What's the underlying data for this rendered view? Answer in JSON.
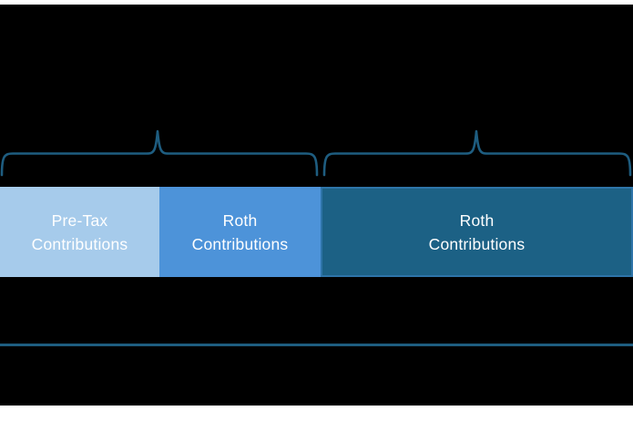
{
  "page": {
    "background": "#000000",
    "top_strip_color": "#FFFFFF",
    "bottom_strip_color": "#FFFFFF"
  },
  "diagram": {
    "brace_color": "#1E5D80",
    "divider_color": "#1E5D80",
    "bars": [
      {
        "line1": "Pre-Tax",
        "line2": "Contributions",
        "fill": "#A6CBEB",
        "text_color": "#FFFFFF"
      },
      {
        "line1": "Roth",
        "line2": "Contributions",
        "fill": "#4D93D9",
        "text_color": "#FFFFFF"
      },
      {
        "line1": "Roth",
        "line2": "Contributions",
        "fill": "#1C6185",
        "border_color": "#2E74A8",
        "text_color": "#FFFFFF"
      }
    ]
  }
}
